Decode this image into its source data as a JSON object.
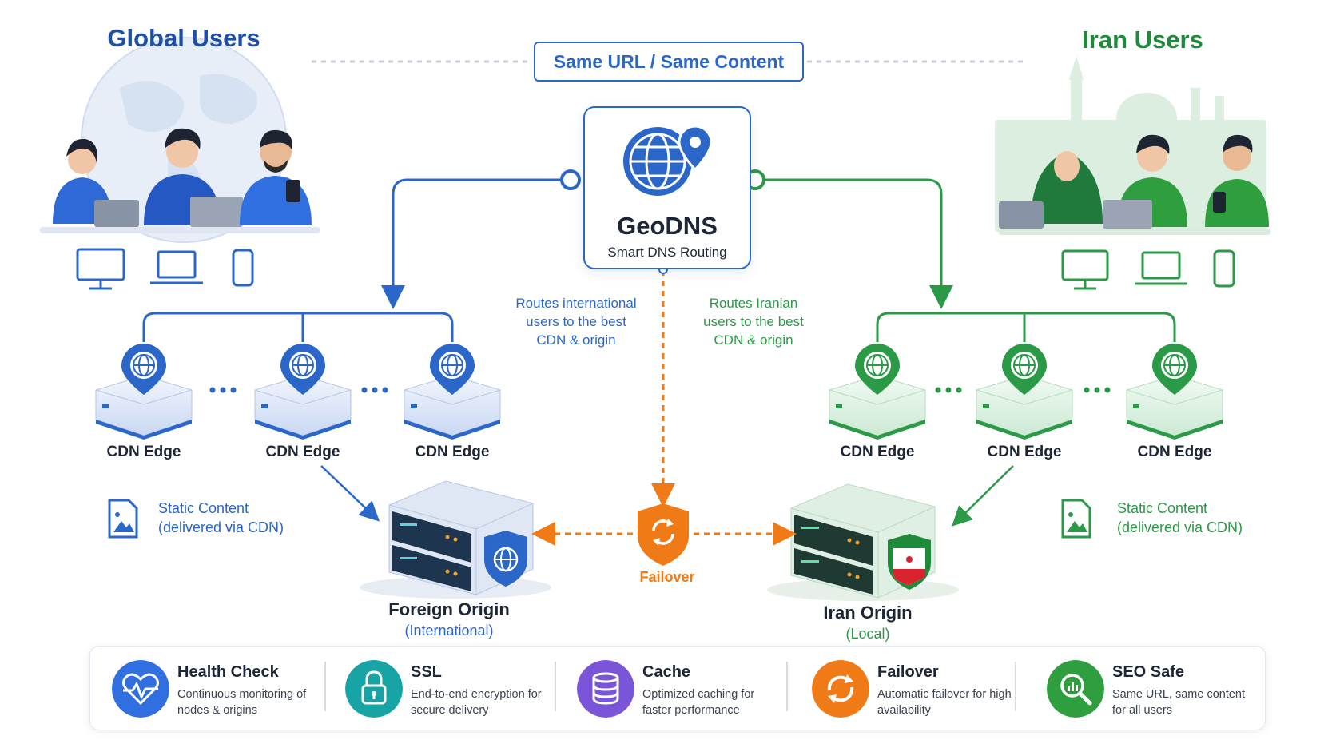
{
  "header": {
    "global_title": "Global Users",
    "iran_title": "Iran Users",
    "banner": "Same URL / Same Content"
  },
  "geodns": {
    "title": "GeoDNS",
    "subtitle": "Smart DNS Routing",
    "route_international": [
      "Routes international",
      "users to the best",
      "CDN & origin"
    ],
    "route_iranian": [
      "Routes Iranian",
      "users to the best",
      "CDN & origin"
    ]
  },
  "cdn": {
    "edge_label": "CDN Edge",
    "left_edges": [
      "CDN Edge",
      "CDN Edge",
      "CDN Edge"
    ],
    "right_edges": [
      "CDN Edge",
      "CDN Edge",
      "CDN Edge"
    ],
    "static_content_line1": "Static Content",
    "static_content_line2": "(delivered via CDN)"
  },
  "origins": {
    "foreign_title": "Foreign Origin",
    "foreign_sub": "(International)",
    "iran_title": "Iran Origin",
    "iran_sub": "(Local)",
    "failover": "Failover"
  },
  "features": [
    {
      "title": "Health Check",
      "desc": "Continuous monitoring of nodes & origins",
      "icon": "heartbeat-icon",
      "color": "#2f6fe0"
    },
    {
      "title": "SSL",
      "desc": "End-to-end encryption for secure delivery",
      "icon": "lock-icon",
      "color": "#18a4a4"
    },
    {
      "title": "Cache",
      "desc": "Optimized caching for faster performance",
      "icon": "database-icon",
      "color": "#7a55d8"
    },
    {
      "title": "Failover",
      "desc": "Automatic failover for high availability",
      "icon": "refresh-icon",
      "color": "#f07a16"
    },
    {
      "title": "SEO Safe",
      "desc": "Same URL, same content for all users",
      "icon": "search-chart-icon",
      "color": "#2e9e3e"
    }
  ],
  "colors": {
    "blue": "#2a67c9",
    "green": "#2a9a46",
    "orange": "#f07a16",
    "dark": "#1c2636"
  }
}
